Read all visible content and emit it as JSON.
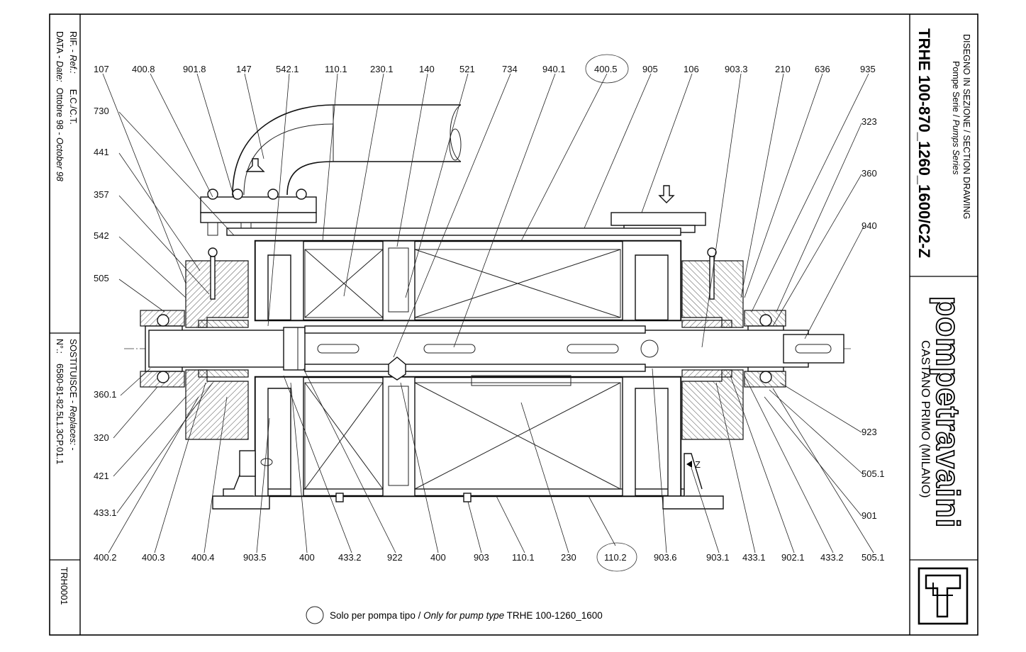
{
  "title_block": {
    "heading": "DISEGNO IN SEZIONE / SECTION DRAWING",
    "subheading_plain": "Pompe Serie / ",
    "subheading_italic": "Pumps Series",
    "model": "TRHE 100-870_1260_1600/C2-Z",
    "company": "pompetravaini",
    "location": "CASTANO PRIMO  (MILANO)"
  },
  "side_block": {
    "ref_label": "RIF. - ",
    "ref_label_italic": "Ref.:",
    "ref_value": "E.C./C.T.",
    "date_label": "DATA - ",
    "date_label_italic": "Date:",
    "date_value": "Ottobre 98 - ",
    "date_value_italic": "October 98",
    "replaces_label": "SOSTITUISCE - ",
    "replaces_label_italic": "Replaces:",
    "replaces_value": " -",
    "number_label": "N°.:",
    "number_value": "6580-81-82.5L1.3CP.01.1",
    "drawing_code": "TRH0001"
  },
  "footnote": {
    "plain": "Solo per pompa tipo / ",
    "italic": "Only for pump type",
    "tail": " TRHE 100-1260_1600"
  },
  "flow_marker": "Z",
  "labels": {
    "top": [
      "107",
      "400.8",
      "901.8",
      "147",
      "542.1",
      "110.1",
      "230.1",
      "140",
      "521",
      "734",
      "940.1",
      "400.5",
      "905",
      "106",
      "903.3",
      "210",
      "636",
      "935"
    ],
    "left": [
      "730",
      "441",
      "357",
      "542",
      "505",
      "360.1",
      "320",
      "421",
      "433.1"
    ],
    "right": [
      "323",
      "360",
      "940",
      "923",
      "505.1",
      "901"
    ],
    "bottom": [
      "400.2",
      "400.3",
      "400.4",
      "903.5",
      "400",
      "433.2",
      "922",
      "400",
      "903",
      "110.1",
      "230",
      "110.2",
      "903.6",
      "903.1",
      "433.1",
      "902.1",
      "433.2",
      "505.1"
    ]
  }
}
